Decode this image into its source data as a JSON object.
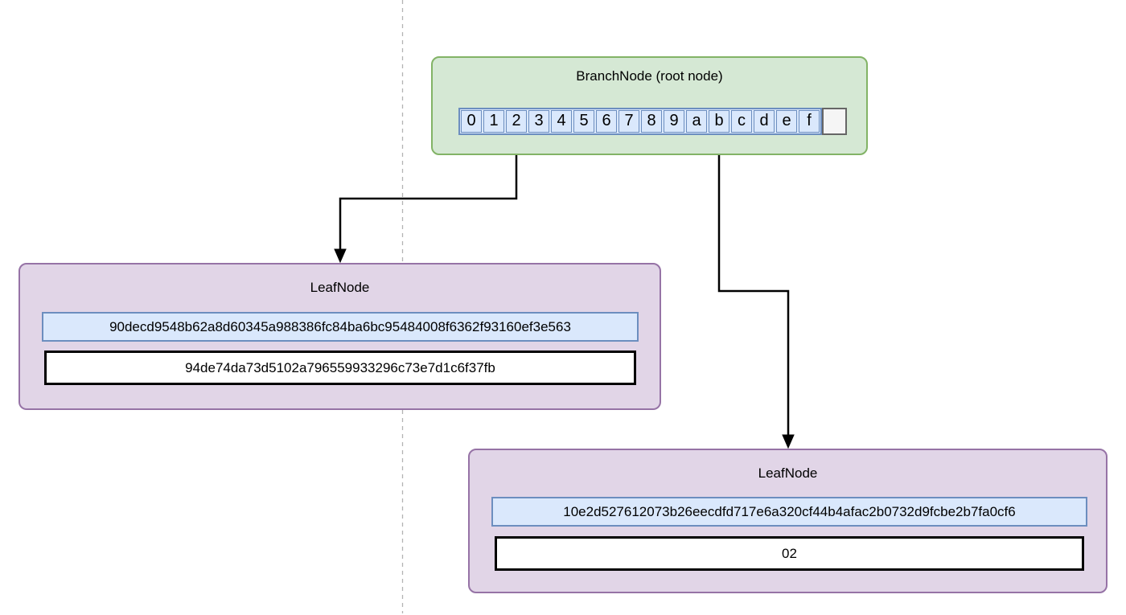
{
  "diagram": {
    "branch_node": {
      "title": "BranchNode (root node)",
      "cells": [
        "0",
        "1",
        "2",
        "3",
        "4",
        "5",
        "6",
        "7",
        "8",
        "9",
        "a",
        "b",
        "c",
        "d",
        "e",
        "f"
      ],
      "empty_cell": ""
    },
    "leaf_node_left": {
      "title": "LeafNode",
      "hash": "90decd9548b62a8d60345a988386fc84ba6bc95484008f6362f93160ef3e563",
      "value": "94de74da73d5102a796559933296c73e7d1c6f37fb"
    },
    "leaf_node_right": {
      "title": "LeafNode",
      "hash": "10e2d527612073b26eecdfd717e6a320cf44b4afac2b0732d9fcbe2b7fa0cf6",
      "value": "02"
    },
    "edges": [
      {
        "from": "branch-cell-2",
        "to": "leaf-node-left"
      },
      {
        "from": "branch-cell-b",
        "to": "leaf-node-right"
      }
    ],
    "colors": {
      "branch_fill": "#d5e8d4",
      "branch_stroke": "#82b366",
      "leaf_fill": "#e1d5e7",
      "leaf_stroke": "#9673a6",
      "cell_fill": "#dae8fc",
      "cell_stroke": "#6c8ebf",
      "empty_cell_fill": "#f5f5f5",
      "empty_cell_stroke": "#666666",
      "arrow": "#000000",
      "dashed_guide": "#b3b3b3"
    }
  }
}
